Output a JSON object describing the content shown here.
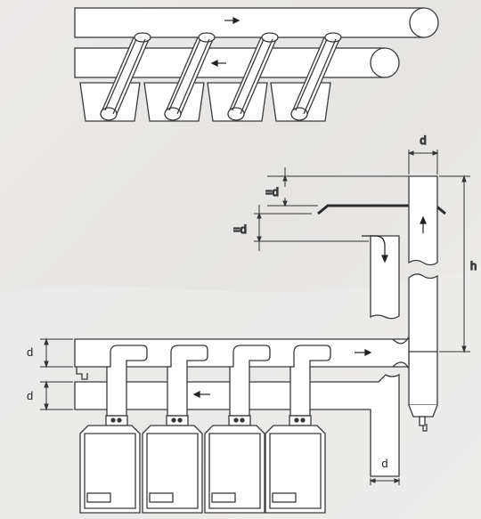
{
  "labels": {
    "d_top": "d",
    "d_inlet_gap": "=d",
    "d_outlet_gap": "=d",
    "h": "h",
    "d_left_upper": "d",
    "d_left_lower": "d",
    "d_bottom": "d"
  },
  "colors": {
    "background": "#e9e8e6",
    "stroke": "#3a3a3a",
    "fill": "#ffffff",
    "roof_plate": "#2c2c2c"
  }
}
